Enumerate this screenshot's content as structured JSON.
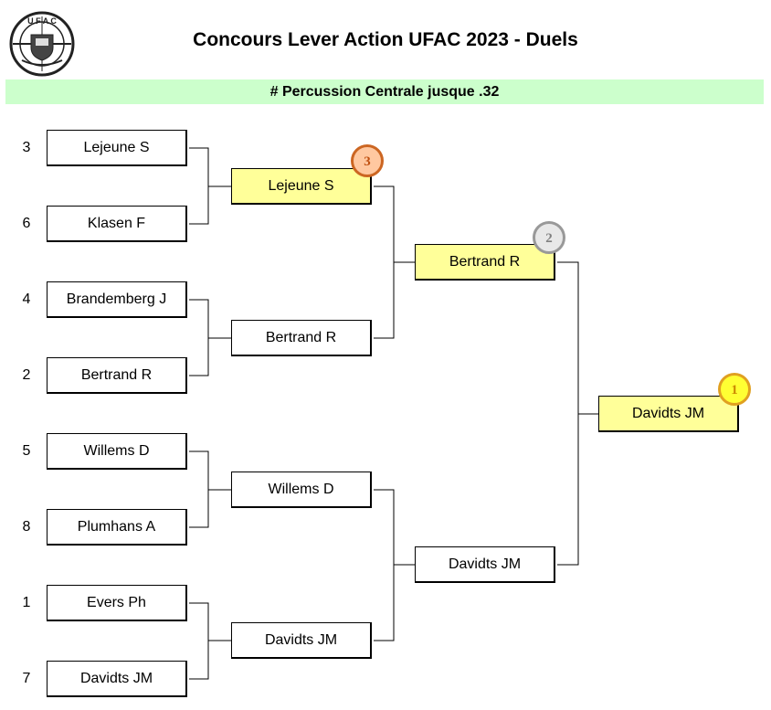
{
  "header": {
    "title": "Concours Lever Action UFAC 2023 - Duels",
    "subtitle": "# Percussion Centrale jusque .32",
    "logo_text": "UFAC"
  },
  "round1": [
    {
      "seed": "3",
      "name": "Lejeune S"
    },
    {
      "seed": "6",
      "name": "Klasen F"
    },
    {
      "seed": "4",
      "name": "Brandemberg J"
    },
    {
      "seed": "2",
      "name": "Bertrand R"
    },
    {
      "seed": "5",
      "name": "Willems D"
    },
    {
      "seed": "8",
      "name": "Plumhans A"
    },
    {
      "seed": "1",
      "name": "Evers Ph"
    },
    {
      "seed": "7",
      "name": "Davidts JM"
    }
  ],
  "round2": [
    {
      "name": "Lejeune S",
      "highlight": true
    },
    {
      "name": "Bertrand R",
      "highlight": false
    },
    {
      "name": "Willems D",
      "highlight": false
    },
    {
      "name": "Davidts JM",
      "highlight": false
    }
  ],
  "round3": [
    {
      "name": "Bertrand R",
      "highlight": true
    },
    {
      "name": "Davidts JM",
      "highlight": false
    }
  ],
  "final": {
    "name": "Davidts JM",
    "highlight": true
  },
  "medals": {
    "gold": {
      "label": "1",
      "fill": "#ffff33",
      "border": "#e0a020",
      "text": "#cc8800"
    },
    "silver": {
      "label": "2",
      "fill": "#e8e8e8",
      "border": "#999999",
      "text": "#808080"
    },
    "bronze": {
      "label": "3",
      "fill": "#ffc8a0",
      "border": "#cc6622",
      "text": "#c05010"
    }
  },
  "colors": {
    "highlight": "#ffff99",
    "subtitle_bg": "#ccffcc"
  }
}
